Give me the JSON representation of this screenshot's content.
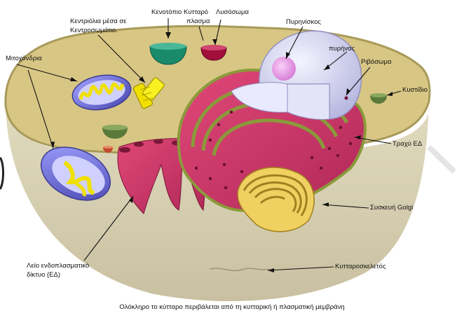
{
  "labels": {
    "centrioles_line1": "Κεντριόλια μέσα σε",
    "centrioles_line2": "Κεντροσωμάτιο.",
    "vacuole": "Κενοτόπιο",
    "cytoplasm_line1": "Κυτταρό",
    "cytoplasm_line2": "πλασμα",
    "lysosome": "Λυσόσωμα",
    "nucleolus": "Πυρηνίσκος",
    "nucleus": "πυρήνας",
    "ribosome": "Ριβόσωμα",
    "vesicle": "Κυστίδιο",
    "mitochondria": "Μιτοχόνδρια",
    "rough_er": "Τραχύ ΕΔ",
    "golgi": "Συσκευή Golgi",
    "smooth_er_line1": "Λείο ενδοπλασματικό",
    "smooth_er_line2": "δίκτυο (ΕΔ)",
    "cytoskeleton": "Κυτταροσκελετός"
  },
  "caption": "Ολόκληρο το κύτταρο περιβάλεται από τη κυτταρική ή πλασματική μεμβράνη",
  "colors": {
    "cytoplasm": "#d8c684",
    "membrane": "#a89a5a",
    "lower_body": "#d8d2b0",
    "rough_er": "#d0386a",
    "er_edge": "#8a9a3a",
    "nucleus": "#d8d8f0",
    "nucleolus": "#e89ae0",
    "mitochondria": "#7070d0",
    "mito_inner": "#f0e000",
    "vacuole": "#1a8a6a",
    "lysosome": "#a0103a",
    "golgi": "#e0c040"
  }
}
